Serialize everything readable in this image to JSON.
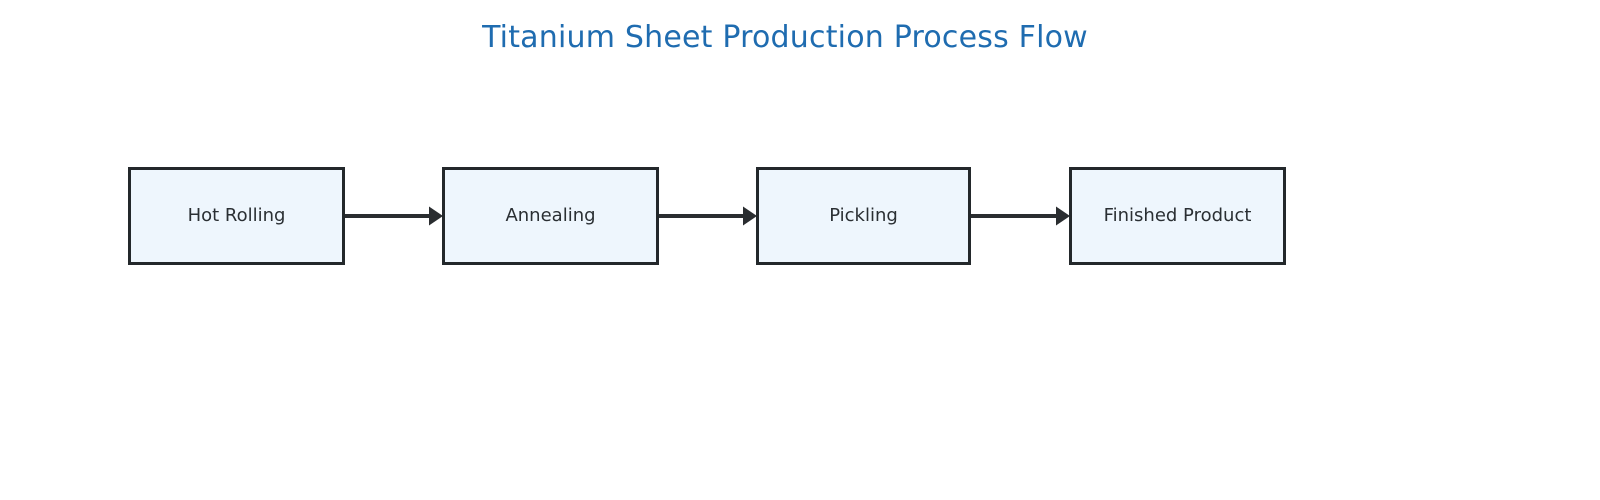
{
  "diagram": {
    "title": "Titanium Sheet Production Process Flow",
    "type": "process-flow",
    "orientation": "left-to-right",
    "background_color": "#ffffff",
    "title_color": "#1f6cb0",
    "node_fill_color": "#eef6fd",
    "node_border_color": "#23282b",
    "node_label_color": "#2a2f33",
    "connector_color": "#2a2d30",
    "nodes": [
      {
        "id": "hot-rolling",
        "label": "Hot Rolling",
        "step": 1
      },
      {
        "id": "annealing",
        "label": "Annealing",
        "step": 2
      },
      {
        "id": "pickling",
        "label": "Pickling",
        "step": 3
      },
      {
        "id": "finished-product",
        "label": "Finished Product",
        "step": 4
      }
    ],
    "connectors": [
      {
        "id": "hot-rolling-to-annealing",
        "from": "Hot Rolling",
        "to": "Annealing",
        "label": "",
        "arrowhead": "triangle-filled"
      },
      {
        "id": "annealing-to-pickling",
        "from": "Annealing",
        "to": "Pickling",
        "label": "",
        "arrowhead": "triangle-filled"
      },
      {
        "id": "pickling-to-finished-product",
        "from": "Pickling",
        "to": "Finished Product",
        "label": "",
        "arrowhead": "triangle-filled"
      }
    ]
  }
}
